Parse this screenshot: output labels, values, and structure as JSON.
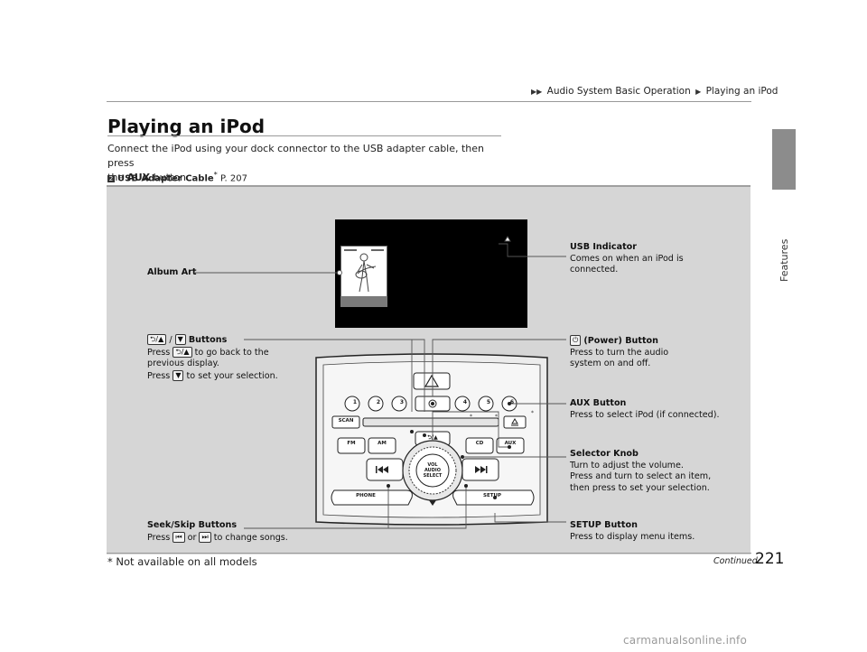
{
  "header": {
    "breadcrumb": [
      "Audio System Basic Operation",
      "Playing an iPod"
    ],
    "side_tab_label": "Features"
  },
  "page": {
    "title": "Playing an iPod",
    "intro_text_1": "Connect the iPod using your dock connector to the USB adapter cable, then press",
    "intro_text_2_pre": "the",
    "intro_key": "AUX",
    "intro_text_2_post": "button.",
    "xref_label": "USB Adapter Cable",
    "xref_star": "*",
    "xref_page": "P. 207"
  },
  "callouts": {
    "album_art": "Album Art",
    "usb_title": "USB Indicator",
    "usb_desc_1": "Comes on when an iPod is",
    "usb_desc_2": "connected.",
    "back_title": "Buttons",
    "back_desc_1_pre": "Press",
    "back_desc_1_post": "to go back to the",
    "back_desc_2": "previous display.",
    "back_desc_3_pre": "Press",
    "back_desc_3_post": "to set your selection.",
    "power_title": "(Power) Button",
    "power_desc_1": "Press to turn the audio",
    "power_desc_2": "system on and off.",
    "aux_title": "AUX Button",
    "aux_desc": "Press to select iPod (if connected).",
    "knob_title": "Selector Knob",
    "knob_desc_1": "Turn to adjust the volume.",
    "knob_desc_2": "Press and turn to select an item,",
    "knob_desc_3": "then press to set your selection.",
    "seek_title": "Seek/Skip Buttons",
    "seek_desc_pre": "Press",
    "seek_desc_mid": "or",
    "seek_desc_post": "to change songs.",
    "setup_title": "SETUP Button",
    "setup_desc": "Press to display menu items."
  },
  "unit": {
    "presets": [
      "1",
      "2",
      "3",
      "4",
      "5",
      "6"
    ],
    "scan": "SCAN",
    "fm": "FM",
    "am": "AM",
    "cd": "CD",
    "aux": "AUX",
    "phone": "PHONE",
    "setup": "SETUP",
    "knob_line1": "VOL",
    "knob_line2": "AUDIO",
    "knob_line3": "SELECT"
  },
  "footer": {
    "continued": "Continued",
    "page_number": "221",
    "footnote": "* Not available on all models",
    "watermark": "carmanualsonline.info"
  },
  "colors": {
    "figure_bg": "#d6d6d6",
    "side_tab": "#8c8c8c",
    "screen": "#000000"
  }
}
